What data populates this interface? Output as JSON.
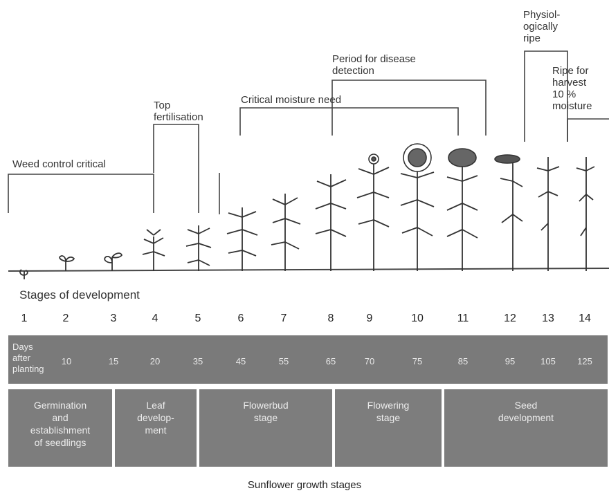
{
  "annotations": {
    "weed_control": "Weed control critical",
    "top_fertilisation": [
      "Top",
      "fertilisation"
    ],
    "critical_moisture": "Critical moisture need",
    "disease_detection": [
      "Period for disease",
      "detection"
    ],
    "physiologically_ripe": [
      "Physiol-",
      "ogically",
      "ripe"
    ],
    "ripe_for_harvest": [
      "Ripe for",
      "harvest",
      "10 %",
      "moisture"
    ]
  },
  "stages_heading": "Stages of development",
  "stages": [
    "1",
    "2",
    "3",
    "4",
    "5",
    "6",
    "7",
    "8",
    "9",
    "10",
    "11",
    "12",
    "13",
    "14"
  ],
  "days": {
    "header": [
      "Days",
      "after",
      "planting"
    ],
    "values": [
      "10",
      "15",
      "20",
      "35",
      "45",
      "55",
      "65",
      "70",
      "75",
      "85",
      "95",
      "105",
      "125"
    ]
  },
  "phases": [
    {
      "lines": [
        "Germination",
        "and",
        "establishment",
        "of seedlings"
      ]
    },
    {
      "lines": [
        "Leaf",
        "develop-",
        "ment"
      ]
    },
    {
      "lines": [
        "Flowerbud",
        "stage"
      ]
    },
    {
      "lines": [
        "Flowering",
        "stage"
      ]
    },
    {
      "lines": [
        "Seed",
        "development"
      ]
    }
  ],
  "caption": "Sunflower growth stages"
}
